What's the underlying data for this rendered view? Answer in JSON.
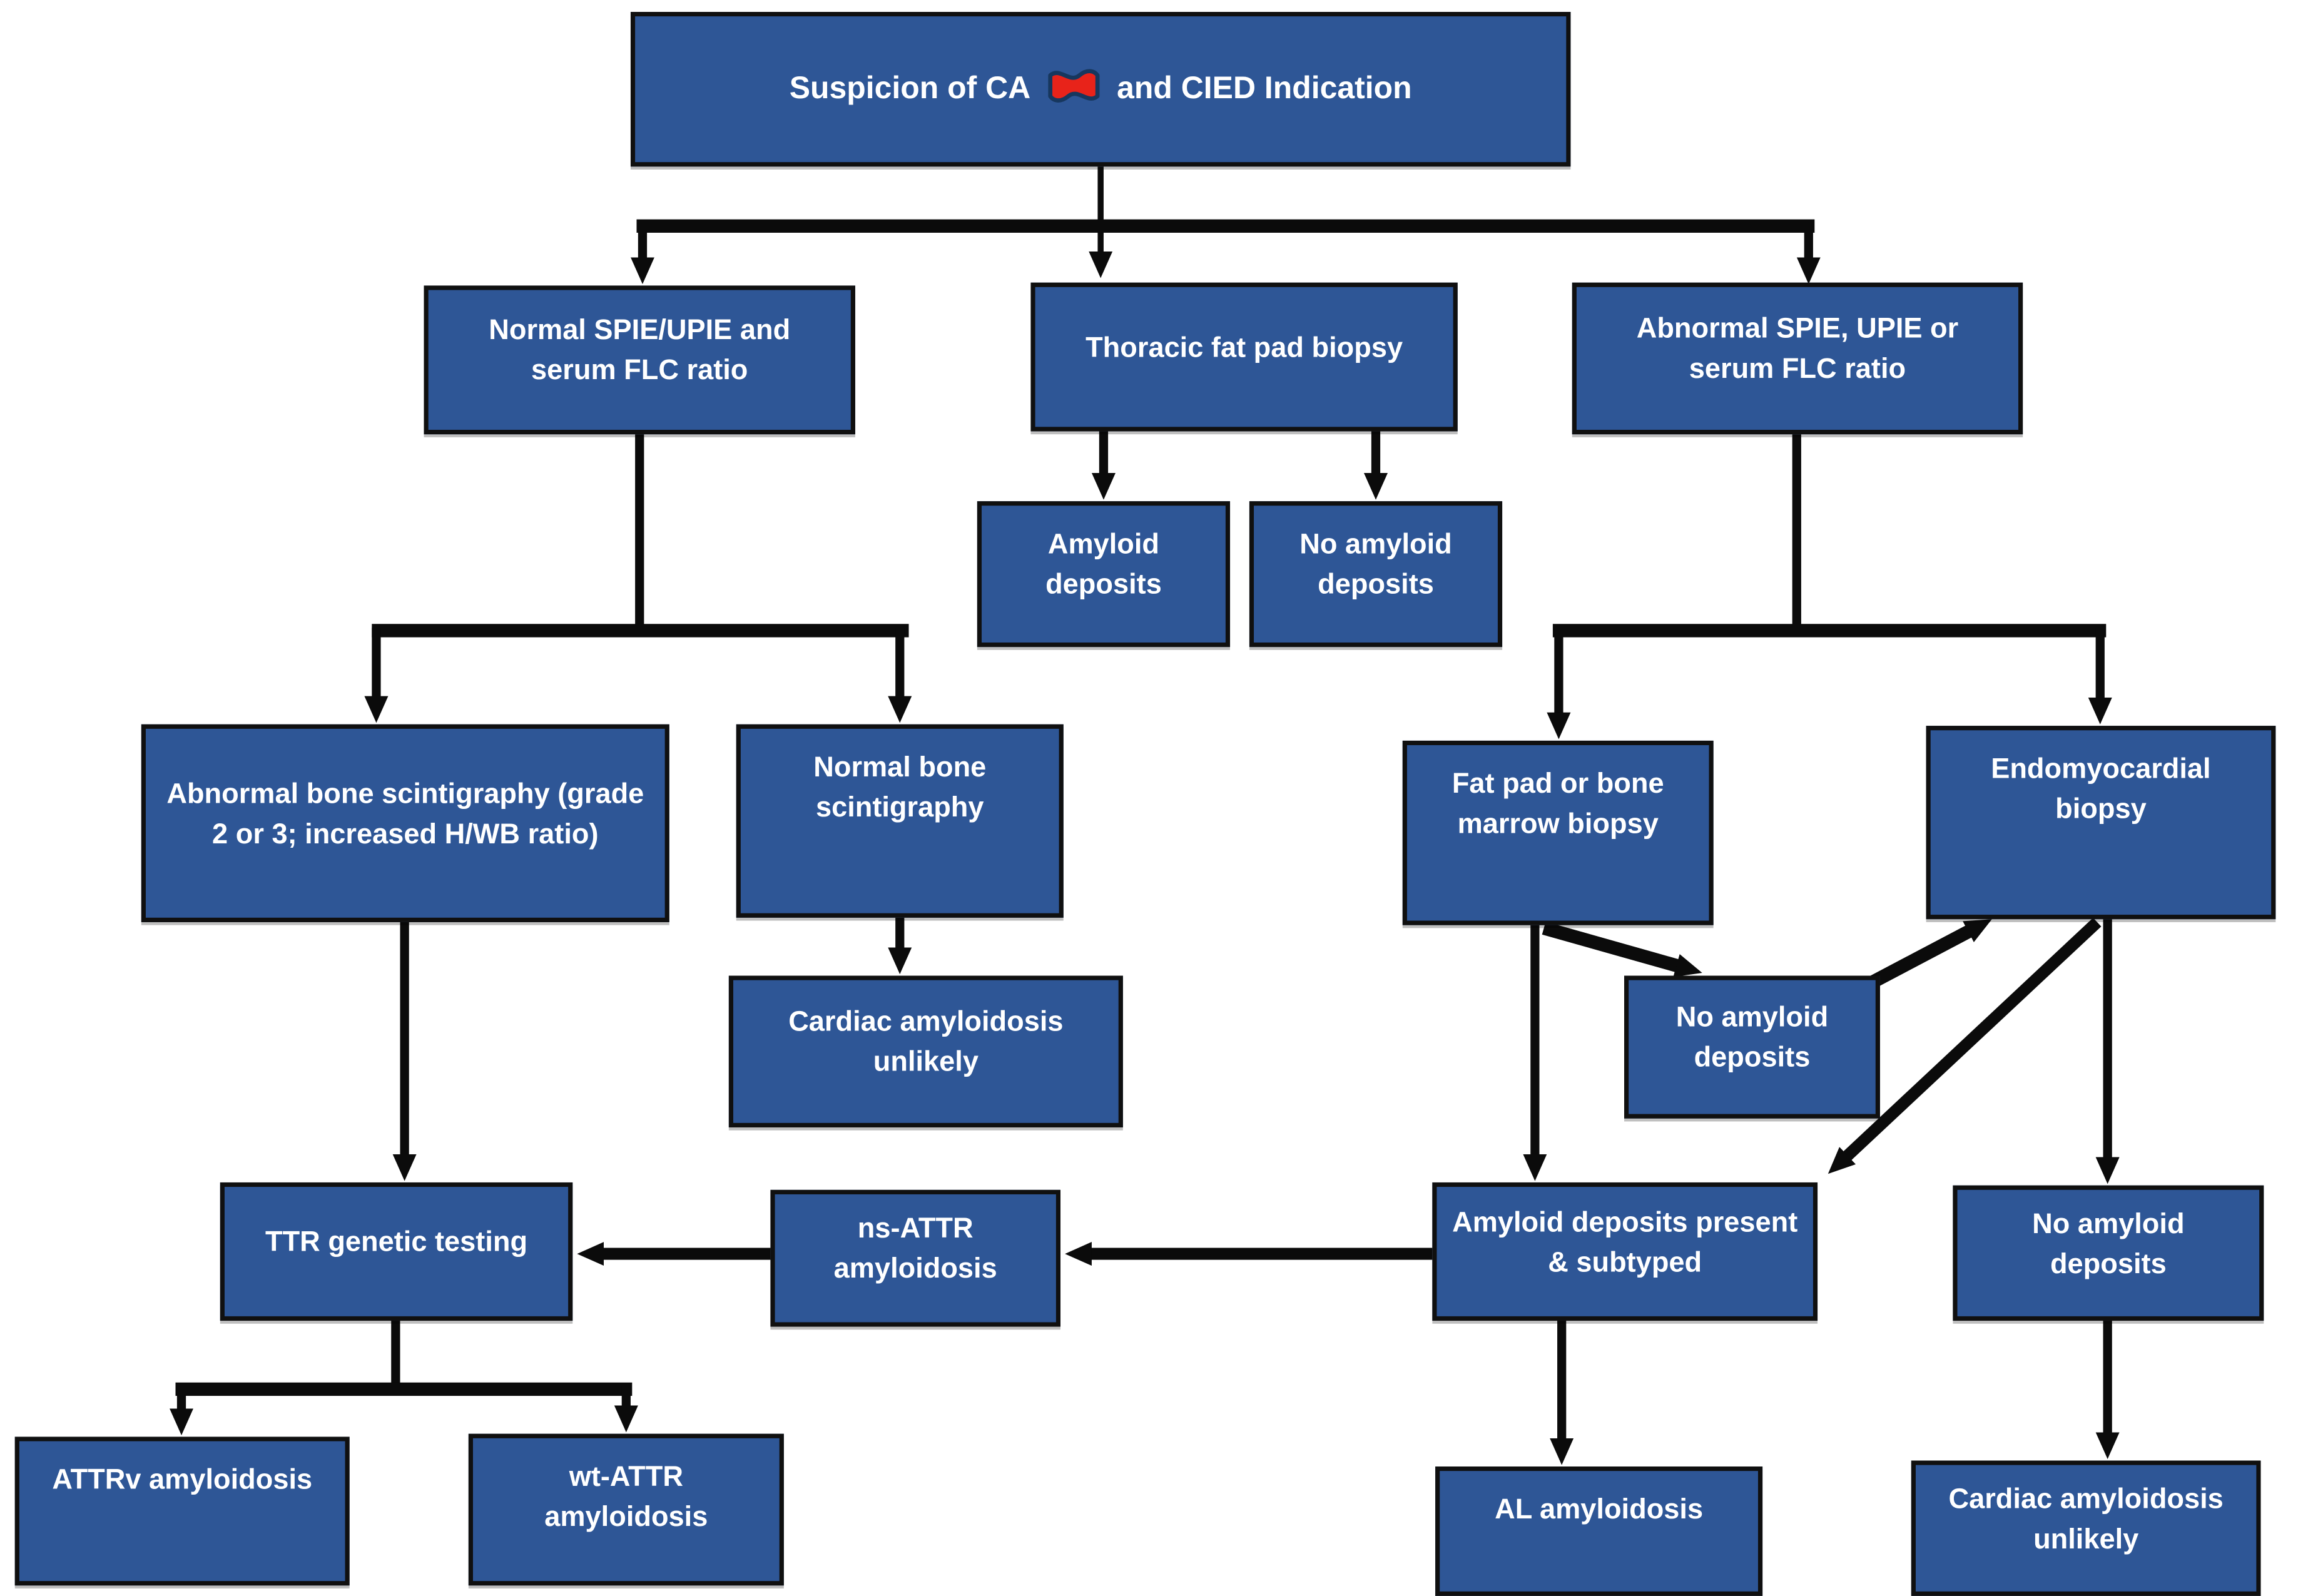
{
  "diagram": {
    "type": "flowchart",
    "subject": "Diagnostic algorithm for suspected cardiac amyloidosis in patients with CIED indication",
    "colors": {
      "box_fill": "#2E5696",
      "box_border": "#101010",
      "arrow_color": "#0B0B0B",
      "text_color": "#FFFFFF",
      "background": "#FFFFFF",
      "flag_red": "#E8231A",
      "flag_outline": "#17375E"
    },
    "nodes": {
      "suspicion": {
        "label_before_icon": "Suspicion of CA",
        "icon": "red-flag-icon",
        "label_after_icon": "and CIED Indication"
      },
      "normal_spie": {
        "label": "Normal SPIE/UPIE and serum FLC ratio"
      },
      "thoracic": {
        "label": "Thoracic fat pad biopsy"
      },
      "abnormal_spie": {
        "label": "Abnormal SPIE, UPIE or serum FLC ratio"
      },
      "amyloid_deposits_fatpad": {
        "label": "Amyloid deposits"
      },
      "no_amyloid_fatpad": {
        "label": "No amyloid deposits"
      },
      "abnormal_bone": {
        "label": "Abnormal bone scintigraphy (grade 2 or 3; increased H/WB ratio)"
      },
      "normal_bone": {
        "label": "Normal bone scintigraphy"
      },
      "ca_unlikely_mid": {
        "label": "Cardiac amyloidosis unlikely"
      },
      "fat_pad_marrow": {
        "label": "Fat pad or bone marrow biopsy"
      },
      "endomyocardial": {
        "label": "Endomyocardial biopsy"
      },
      "no_amyloid_mid": {
        "label": "No amyloid deposits"
      },
      "ttr_genetic": {
        "label": "TTR genetic testing"
      },
      "ns_attr": {
        "label": "ns-ATTR amyloidosis"
      },
      "amyloid_present": {
        "label": "Amyloid deposits present & subtyped"
      },
      "no_amyloid_right": {
        "label": "No amyloid deposits"
      },
      "attrv": {
        "label": "ATTRv amyloidosis"
      },
      "wt_attr": {
        "label": "wt-ATTR amyloidosis"
      },
      "al_amyloid": {
        "label": "AL amyloidosis"
      },
      "ca_unlikely_bottom": {
        "label": "Cardiac amyloidosis unlikely"
      }
    },
    "edges": [
      {
        "from": "suspicion",
        "to": "normal_spie"
      },
      {
        "from": "suspicion",
        "to": "thoracic"
      },
      {
        "from": "suspicion",
        "to": "abnormal_spie"
      },
      {
        "from": "thoracic",
        "to": "amyloid_deposits_fatpad"
      },
      {
        "from": "thoracic",
        "to": "no_amyloid_fatpad"
      },
      {
        "from": "normal_spie",
        "to": "abnormal_bone"
      },
      {
        "from": "normal_spie",
        "to": "normal_bone"
      },
      {
        "from": "normal_bone",
        "to": "ca_unlikely_mid"
      },
      {
        "from": "abnormal_bone",
        "to": "ttr_genetic"
      },
      {
        "from": "abnormal_spie",
        "to": "fat_pad_marrow"
      },
      {
        "from": "abnormal_spie",
        "to": "endomyocardial"
      },
      {
        "from": "fat_pad_marrow",
        "to": "amyloid_present"
      },
      {
        "from": "fat_pad_marrow",
        "to": "no_amyloid_mid"
      },
      {
        "from": "no_amyloid_mid",
        "to": "endomyocardial"
      },
      {
        "from": "endomyocardial",
        "to": "amyloid_present"
      },
      {
        "from": "endomyocardial",
        "to": "no_amyloid_right"
      },
      {
        "from": "amyloid_present",
        "to": "ns_attr"
      },
      {
        "from": "ns_attr",
        "to": "ttr_genetic"
      },
      {
        "from": "ttr_genetic",
        "to": "attrv"
      },
      {
        "from": "ttr_genetic",
        "to": "wt_attr"
      },
      {
        "from": "amyloid_present",
        "to": "al_amyloid"
      },
      {
        "from": "no_amyloid_right",
        "to": "ca_unlikely_bottom"
      }
    ]
  }
}
